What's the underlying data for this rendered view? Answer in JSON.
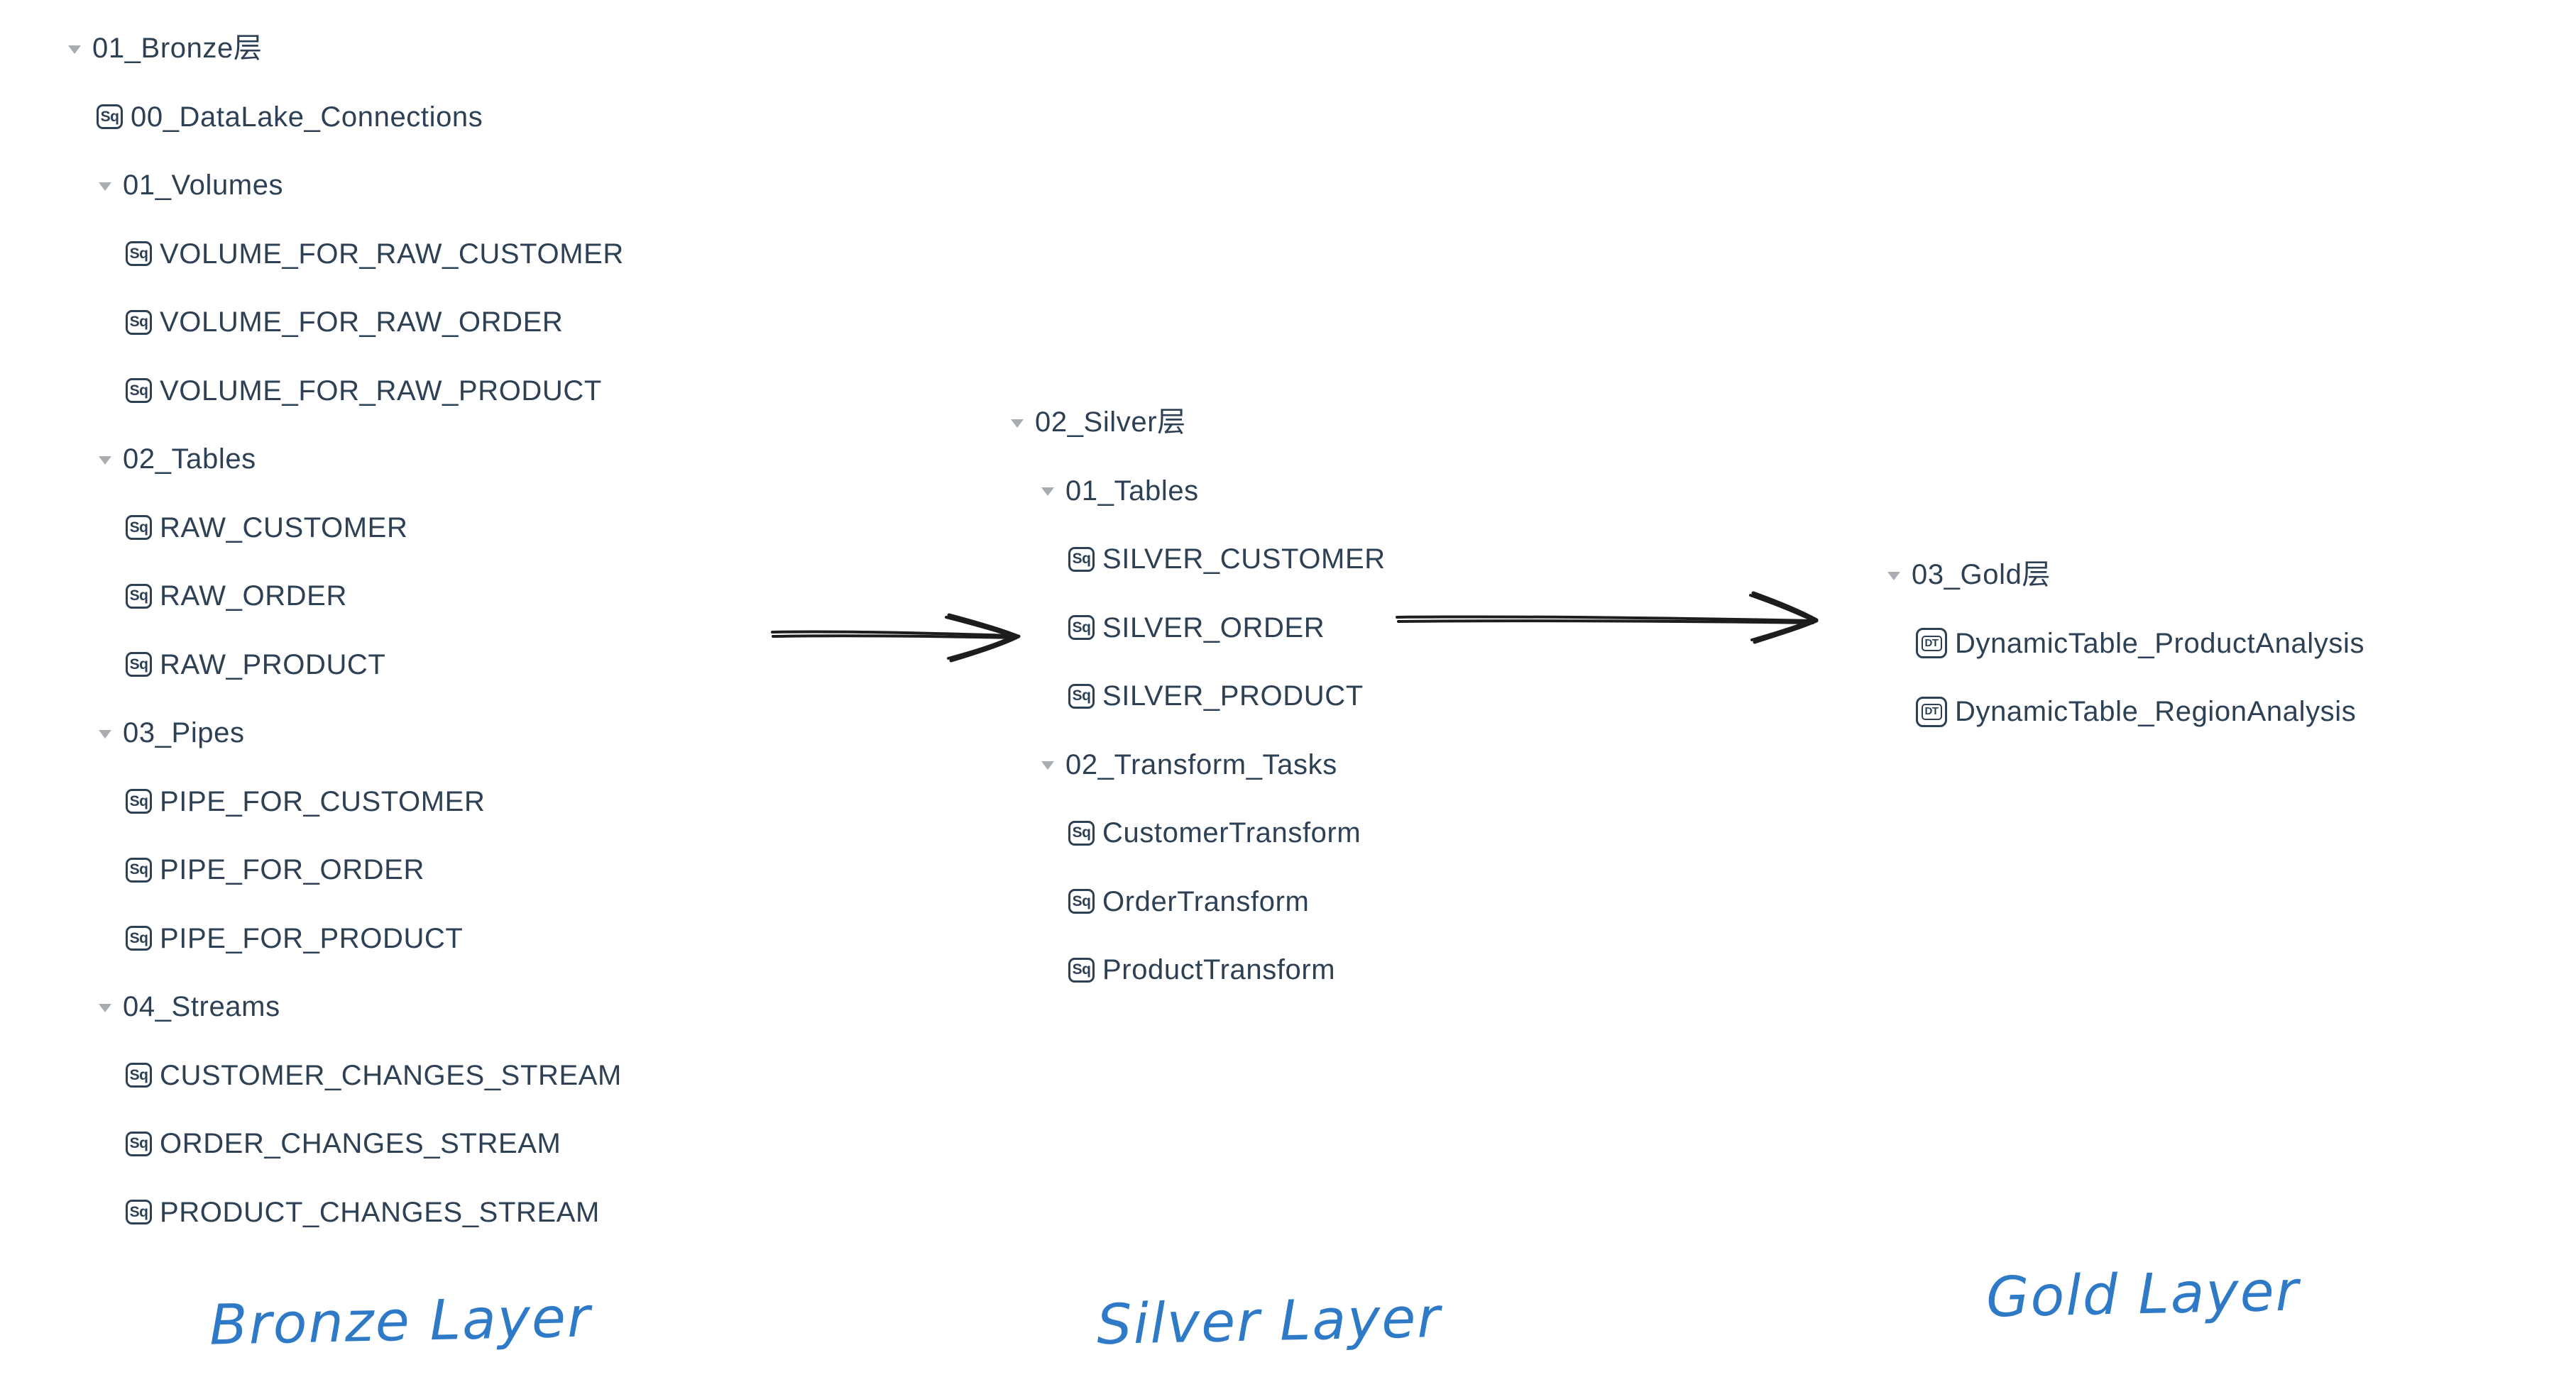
{
  "diagram_title": "Medallion architecture explorer trees (Bronze / Silver / Gold)",
  "colors": {
    "background": "#ffffff",
    "tree_text": "#2e4054",
    "badge_border": "#2e4054",
    "caret_gray": "#a9acb1",
    "arrow_black": "#1d1d1d",
    "label_blue": "#2e7ac6"
  },
  "badges": {
    "sql": "Sq",
    "dynamic_table": "DT"
  },
  "trees": {
    "bronze": {
      "rows": [
        {
          "type": "folder",
          "level": 1,
          "label": "01_Bronze层"
        },
        {
          "type": "sql",
          "level": 2,
          "label": "00_DataLake_Connections"
        },
        {
          "type": "folder",
          "level": 2,
          "label": "01_Volumes"
        },
        {
          "type": "sql",
          "level": 3,
          "label": "VOLUME_FOR_RAW_CUSTOMER"
        },
        {
          "type": "sql",
          "level": 3,
          "label": "VOLUME_FOR_RAW_ORDER"
        },
        {
          "type": "sql",
          "level": 3,
          "label": "VOLUME_FOR_RAW_PRODUCT"
        },
        {
          "type": "folder",
          "level": 2,
          "label": "02_Tables"
        },
        {
          "type": "sql",
          "level": 3,
          "label": "RAW_CUSTOMER"
        },
        {
          "type": "sql",
          "level": 3,
          "label": "RAW_ORDER"
        },
        {
          "type": "sql",
          "level": 3,
          "label": "RAW_PRODUCT"
        },
        {
          "type": "folder",
          "level": 2,
          "label": "03_Pipes"
        },
        {
          "type": "sql",
          "level": 3,
          "label": "PIPE_FOR_CUSTOMER"
        },
        {
          "type": "sql",
          "level": 3,
          "label": "PIPE_FOR_ORDER"
        },
        {
          "type": "sql",
          "level": 3,
          "label": "PIPE_FOR_PRODUCT"
        },
        {
          "type": "folder",
          "level": 2,
          "label": "04_Streams"
        },
        {
          "type": "sql",
          "level": 3,
          "label": "CUSTOMER_CHANGES_STREAM"
        },
        {
          "type": "sql",
          "level": 3,
          "label": "ORDER_CHANGES_STREAM"
        },
        {
          "type": "sql",
          "level": 3,
          "label": "PRODUCT_CHANGES_STREAM"
        }
      ]
    },
    "silver": {
      "rows": [
        {
          "type": "folder",
          "level": 1,
          "label": "02_Silver层"
        },
        {
          "type": "folder",
          "level": 2,
          "label": "01_Tables"
        },
        {
          "type": "sql",
          "level": 3,
          "label": "SILVER_CUSTOMER"
        },
        {
          "type": "sql",
          "level": 3,
          "label": "SILVER_ORDER"
        },
        {
          "type": "sql",
          "level": 3,
          "label": "SILVER_PRODUCT"
        },
        {
          "type": "folder",
          "level": 2,
          "label": "02_Transform_Tasks"
        },
        {
          "type": "sql",
          "level": 3,
          "label": "CustomerTransform"
        },
        {
          "type": "sql",
          "level": 3,
          "label": "OrderTransform"
        },
        {
          "type": "sql",
          "level": 3,
          "label": "ProductTransform"
        }
      ]
    },
    "gold": {
      "rows": [
        {
          "type": "folder",
          "level": 1,
          "label": "03_Gold层"
        },
        {
          "type": "dynamic_table",
          "level": 2,
          "label": "DynamicTable_ProductAnalysis"
        },
        {
          "type": "dynamic_table",
          "level": 2,
          "label": "DynamicTable_RegionAnalysis"
        }
      ]
    }
  },
  "arrows": [
    {
      "id": "bronze-to-silver",
      "direction": "right"
    },
    {
      "id": "silver-to-gold",
      "direction": "right"
    }
  ],
  "labels": {
    "bronze": "Bronze Layer",
    "silver": "Silver Layer",
    "gold": "Gold Layer"
  }
}
